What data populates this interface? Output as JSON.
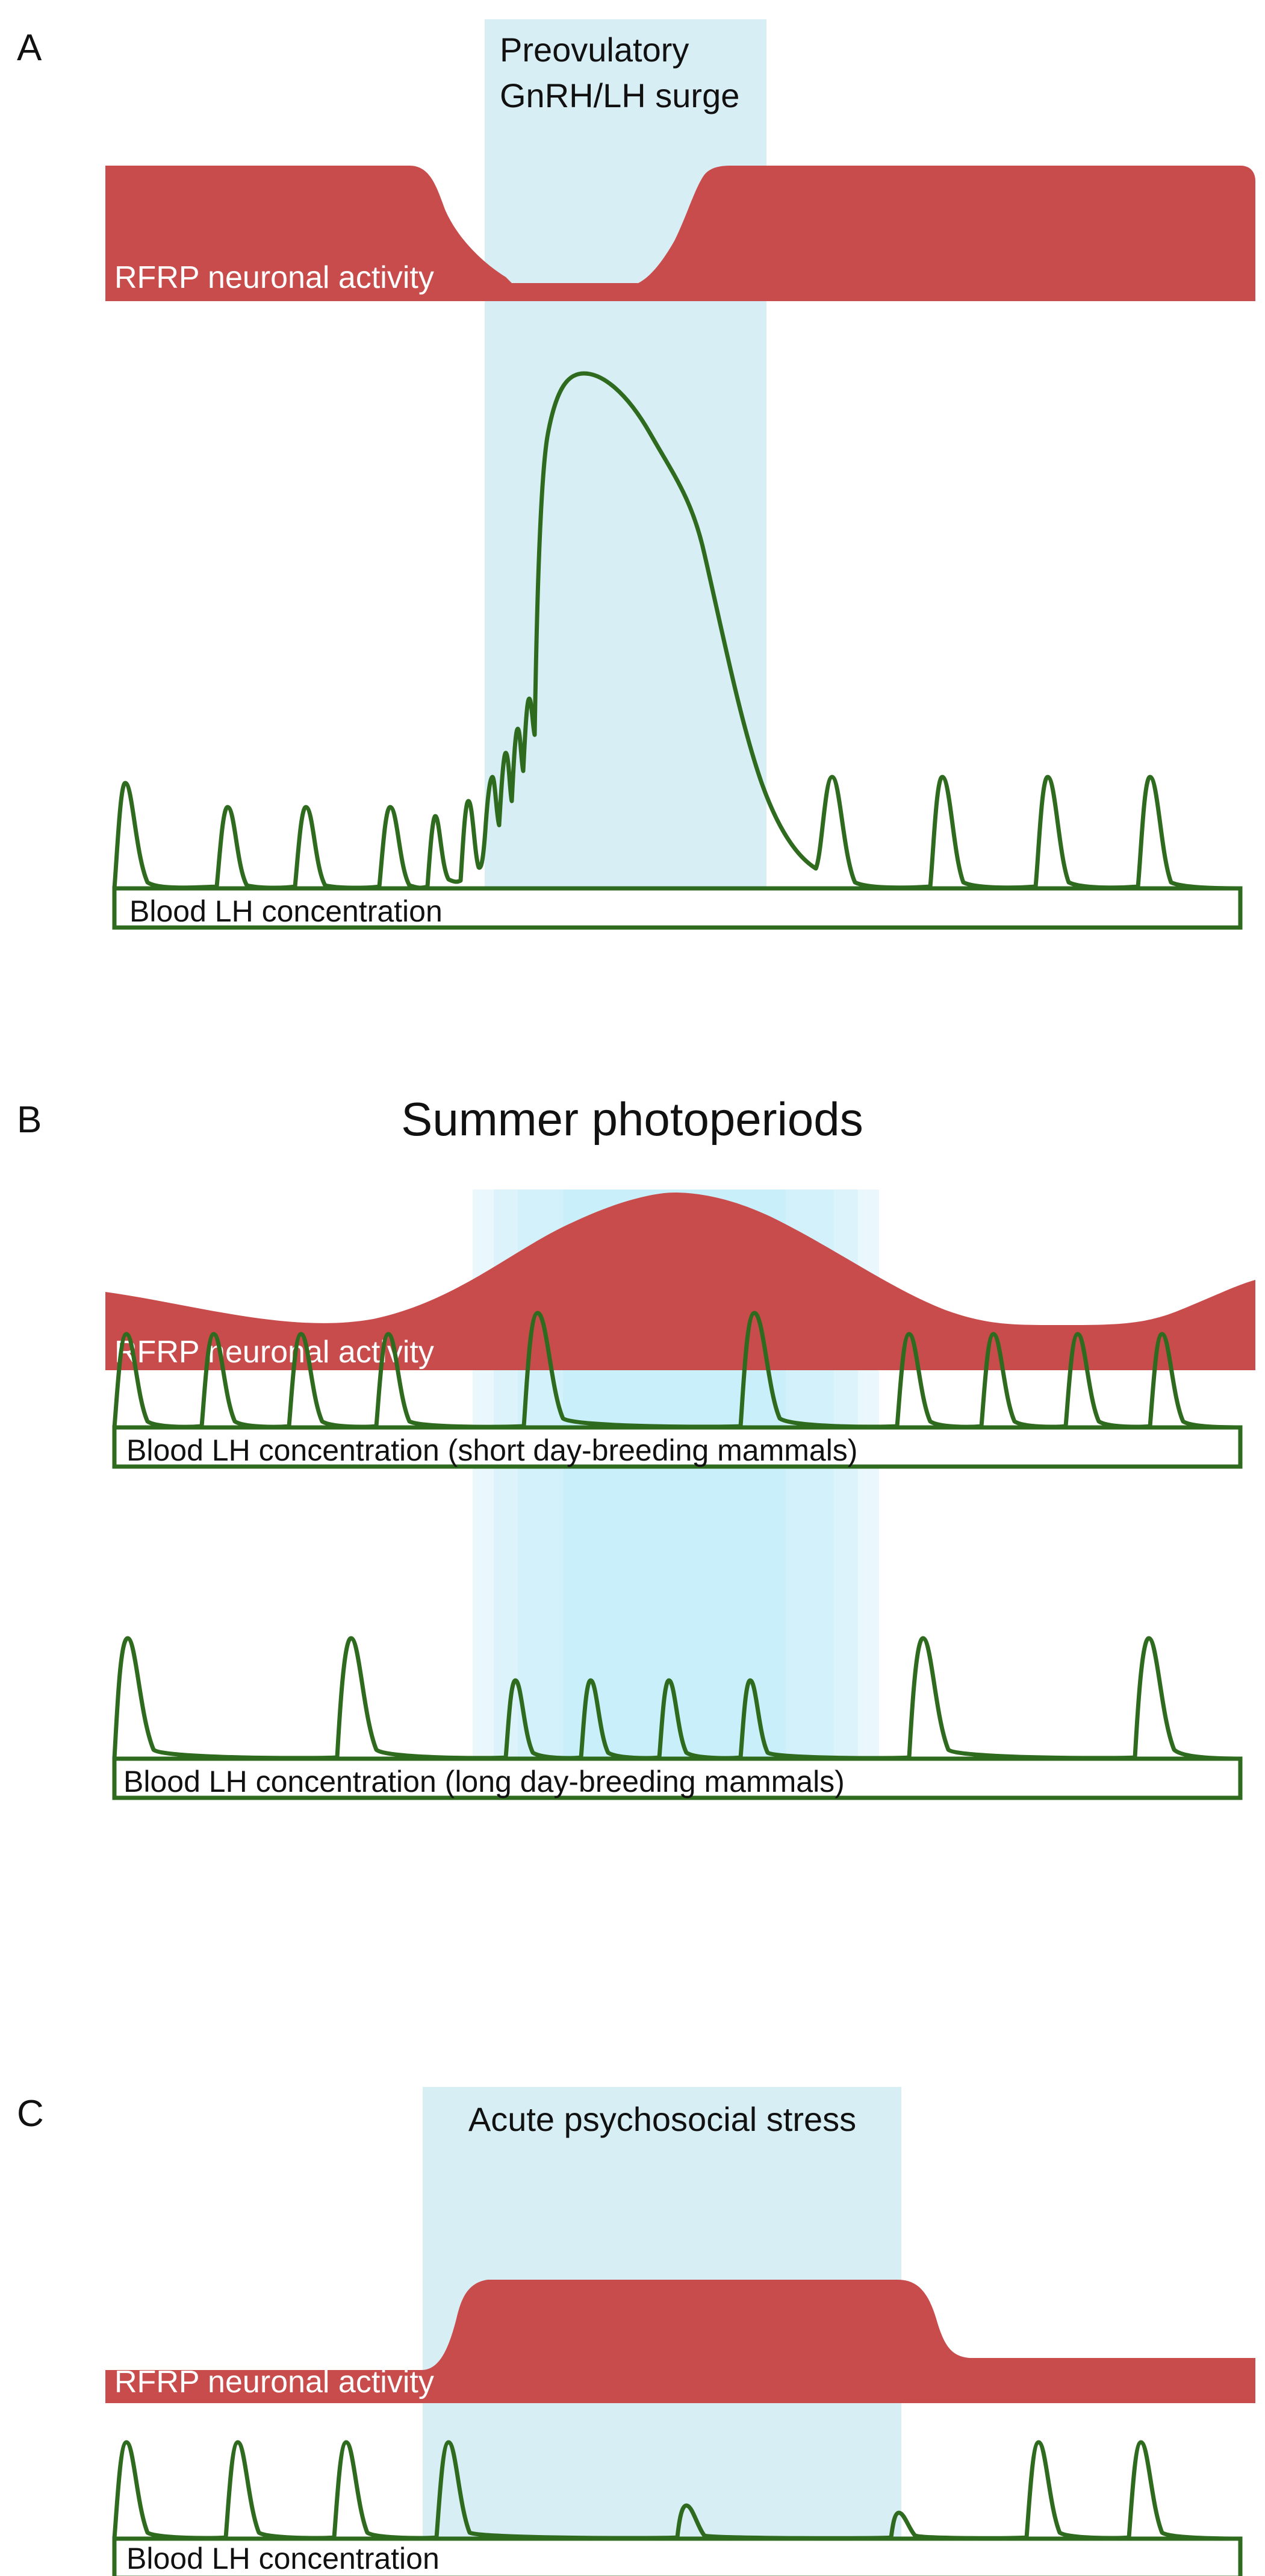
{
  "panels": [
    {
      "letter": "A",
      "band_title_line1": "Preovulatory",
      "band_title_line2": "GnRH/LH surge",
      "rfrp_label": "RFRP neuronal activity",
      "lh_label": "Blood LH concentration"
    },
    {
      "letter": "B",
      "band_title": "Summer photoperiods",
      "rfrp_label": "RFRP neuronal activity",
      "lh_label_short": "Blood LH concentration (short day-breeding mammals)",
      "lh_label_long": "Blood LH concentration (long day-breeding mammals)"
    },
    {
      "letter": "C",
      "band_title": "Acute psychosocial stress",
      "rfrp_label": "RFRP neuronal activity",
      "lh_label": "Blood LH concentration"
    }
  ],
  "colors": {
    "rfrp_fill": "#c94c4c",
    "lh_stroke": "#2f6b1e",
    "band_fill": "#d8eef5",
    "band_fill_b": "#c9effa"
  }
}
